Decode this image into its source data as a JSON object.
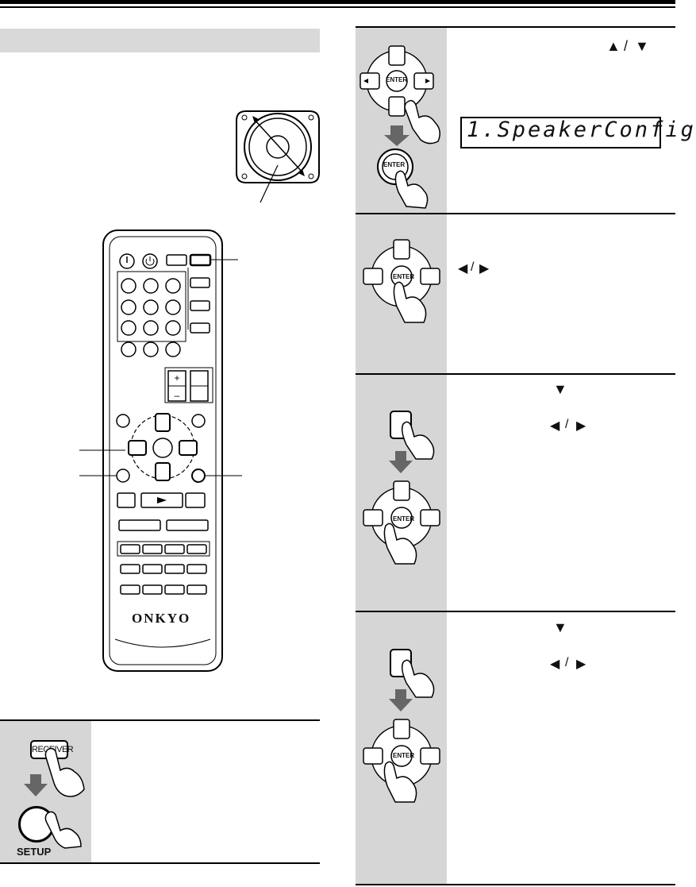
{
  "brand": "ONKYO",
  "buttons": {
    "enter": "ENTER",
    "receiver": "RECEIVER",
    "setup": "SETUP"
  },
  "display": {
    "text": "1.SpeakerConfig"
  },
  "glyphs": {
    "up": "▲",
    "down": "▼",
    "left": "◀",
    "right": "▶",
    "slash": "/"
  }
}
